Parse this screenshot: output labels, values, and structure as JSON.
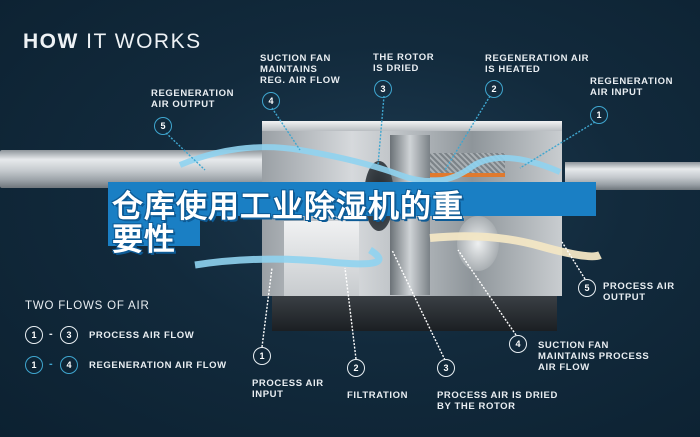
{
  "heading": {
    "prefix": "HOW",
    "rest": " IT WORKS"
  },
  "overlay_title": {
    "line1": "仓库使用工业除湿机的重",
    "line2": "要性"
  },
  "top_callouts": [
    {
      "num": "5",
      "label": "REGENERATION\nAIR OUTPUT"
    },
    {
      "num": "4",
      "label": "SUCTION FAN\nMAINTAINS\nREG. AIR FLOW"
    },
    {
      "num": "3",
      "label": "THE ROTOR\nIS DRIED"
    },
    {
      "num": "2",
      "label": "REGENERATION AIR\nIS HEATED"
    },
    {
      "num": "1",
      "label": "REGENERATION\nAIR INPUT"
    }
  ],
  "bottom_callouts": [
    {
      "num": "1",
      "label": "PROCESS AIR\nINPUT"
    },
    {
      "num": "2",
      "label": "FILTRATION"
    },
    {
      "num": "3",
      "label": "PROCESS AIR IS DRIED\nBY THE ROTOR"
    },
    {
      "num": "4",
      "label": "SUCTION FAN\nMAINTAINS PROCESS\nAIR FLOW"
    },
    {
      "num": "5",
      "label": "PROCESS AIR\nOUTPUT"
    }
  ],
  "legend": {
    "title": "TWO FLOWS OF AIR",
    "items": [
      {
        "from": "1",
        "dash": "-",
        "to": "3",
        "label": "PROCESS AIR FLOW",
        "color": "#ffffff"
      },
      {
        "from": "1",
        "dash": "-",
        "to": "4",
        "label": "REGENERATION AIR FLOW",
        "color": "#3fa6cf"
      }
    ]
  },
  "colors": {
    "background": "#122a3c",
    "regeneration_line": "#3fa6cf",
    "process_line": "#ffffff",
    "banner_blue": "#1a7fc4",
    "reg_airflow": "#8fd3f0",
    "process_airflow": "#f2e6c4"
  }
}
